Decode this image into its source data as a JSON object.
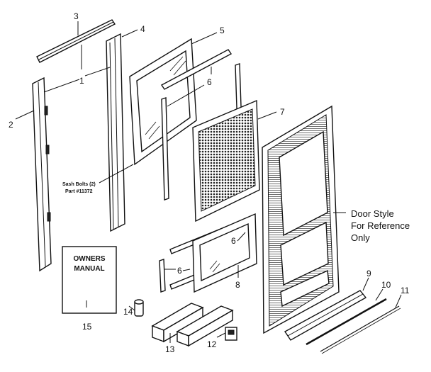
{
  "callouts": {
    "c1": "1",
    "c2": "2",
    "c3": "3",
    "c4": "4",
    "c5": "5",
    "c6a": "6",
    "c6b": "6",
    "c6c": "6",
    "c7": "7",
    "c8": "8",
    "c9": "9",
    "c10": "10",
    "c11": "11",
    "c12": "12",
    "c13": "13",
    "c14": "14",
    "c15": "15"
  },
  "sash_note": {
    "line1": "Sash Bolts (2)",
    "line2": "Part #11372"
  },
  "door_note": {
    "line1": "Door Style",
    "line2": "For Reference",
    "line3": "Only"
  },
  "manual": {
    "line1": "OWNERS",
    "line2": "MANUAL"
  }
}
